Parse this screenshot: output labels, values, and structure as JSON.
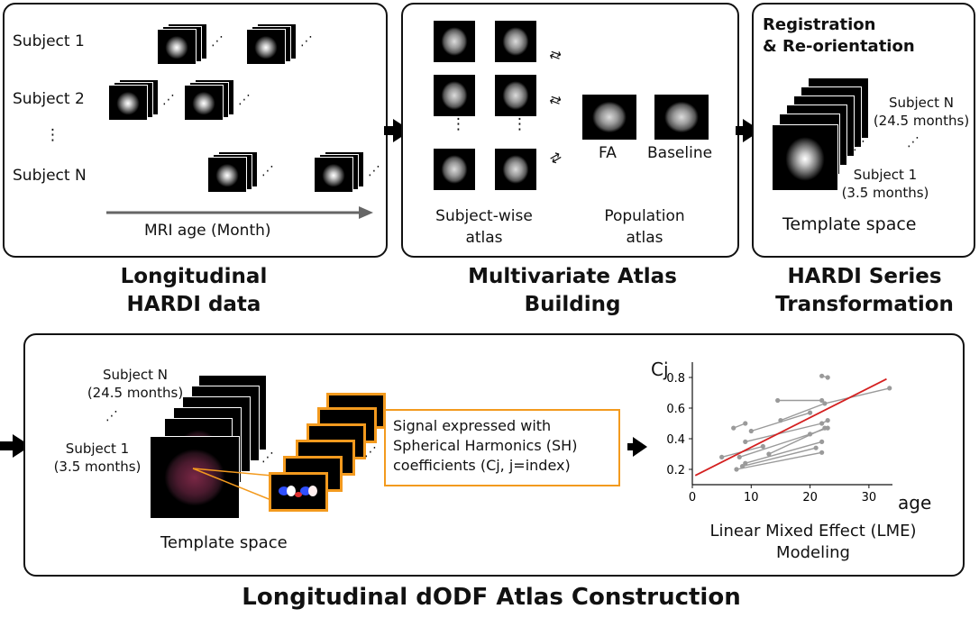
{
  "panel1": {
    "subjects": [
      "Subject 1",
      "Subject 2",
      "⋮",
      "Subject N"
    ],
    "axis_label": "MRI age (Month)",
    "title": "Longitudinal\nHARDI data"
  },
  "panel2": {
    "subject_wise": "Subject-wise\natlas",
    "fa": "FA",
    "baseline": "Baseline",
    "population": "Population\natlas",
    "title": "Multivariate Atlas\nBuilding"
  },
  "panel3": {
    "heading": "Registration\n& Re-orientation",
    "subject_n": "Subject N\n(24.5 months)",
    "subject_1": "Subject 1\n(3.5 months)",
    "template": "Template space",
    "title": "HARDI Series\nTransformation"
  },
  "panel4": {
    "subject_n": "Subject N\n(24.5 months)",
    "subject_1": "Subject 1\n(3.5 months)",
    "template": "Template space",
    "sh_text": "Signal expressed with\nSpherical Harmonics (SH)\ncoefficients (Cj, j=index)",
    "lme": "Linear Mixed Effect (LME)\nModeling",
    "title": "Longitudinal dODF Atlas Construction"
  },
  "chart_data": {
    "type": "scatter",
    "ylabel": "Cj",
    "xlabel": "age",
    "xlim": [
      0,
      34
    ],
    "ylim": [
      0.1,
      0.9
    ],
    "xticks": [
      0,
      10,
      20,
      30
    ],
    "yticks": [
      0.2,
      0.4,
      0.6,
      0.8
    ],
    "subjects": [
      [
        [
          22,
          0.81
        ],
        [
          23,
          0.8
        ]
      ],
      [
        [
          14.5,
          0.65
        ],
        [
          22,
          0.65
        ]
      ],
      [
        [
          7,
          0.47
        ],
        [
          9,
          0.5
        ]
      ],
      [
        [
          10,
          0.45
        ],
        [
          20,
          0.57
        ]
      ],
      [
        [
          15,
          0.52
        ],
        [
          22.5,
          0.63
        ],
        [
          33.5,
          0.73
        ]
      ],
      [
        [
          9,
          0.38
        ],
        [
          22,
          0.5
        ],
        [
          23,
          0.52
        ]
      ],
      [
        [
          5,
          0.28
        ],
        [
          12,
          0.35
        ]
      ],
      [
        [
          8,
          0.28
        ],
        [
          20,
          0.43
        ],
        [
          23,
          0.47
        ]
      ],
      [
        [
          9,
          0.24
        ],
        [
          22,
          0.38
        ]
      ],
      [
        [
          7.5,
          0.2
        ],
        [
          22,
          0.31
        ]
      ],
      [
        [
          13,
          0.3
        ],
        [
          22.5,
          0.47
        ]
      ],
      [
        [
          8.5,
          0.22
        ],
        [
          21,
          0.34
        ]
      ]
    ],
    "fit_line": [
      [
        0.5,
        0.16
      ],
      [
        33,
        0.79
      ]
    ],
    "colors": {
      "points": "#9a9a9a",
      "fit": "#d42020"
    }
  },
  "colors": {
    "accent": "#f39a1e"
  }
}
